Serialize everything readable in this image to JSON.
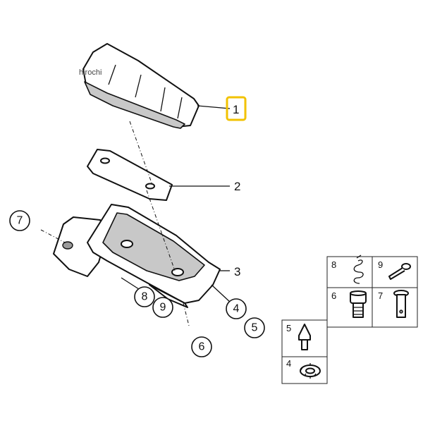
{
  "watermark": "hirochi",
  "colors": {
    "highlight": "#f2c200",
    "line": "#111111",
    "part_shade": "#c8c8c8"
  },
  "callouts": {
    "p1": "1",
    "p2": "2",
    "p3": "3",
    "p4": "4",
    "p5": "5",
    "p6": "6",
    "p7": "7",
    "p8": "8",
    "p9": "9"
  },
  "legend": {
    "c8": "8",
    "c9": "9",
    "c6": "6",
    "c7": "7",
    "c5": "5",
    "c4": "4"
  }
}
